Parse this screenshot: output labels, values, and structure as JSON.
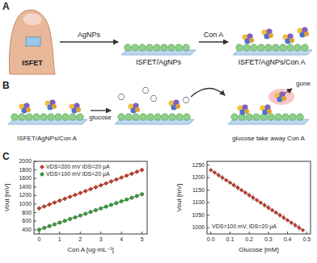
{
  "diagram": {
    "nodes": [
      {
        "text": [
          "ISFET"
        ]
      },
      {
        "text": [
          "ISFET/AgNPs"
        ]
      },
      {
        "text": [
          "ISFET/AgNPs/Con A"
        ]
      }
    ],
    "edges": [
      {
        "from": 0,
        "to": 1,
        "label": "AgNPs",
        "arrow": "to"
      },
      {
        "from": 1,
        "to": 2,
        "label": "Con A",
        "arrow": "to"
      }
    ],
    "labels": [
      "A",
      "B",
      "C",
      "glucose",
      "gone",
      "ISFET/AgNPs/Con A",
      "glucose take away Con A",
      "Vout [mV]",
      "Con A [ug·mL⁻¹]",
      "400",
      "600",
      "800",
      "1000",
      "1200",
      "1400",
      "1600",
      "1800",
      "2000",
      "0",
      "1",
      "2",
      "3",
      "4",
      "5",
      "Vout [mV]",
      "Glucose [mM]",
      "1000",
      "1050",
      "1100",
      "1150",
      "1200",
      "1250",
      "0.0",
      "0.1",
      "0.2",
      "0.3",
      "0.4",
      "0.5",
      "VDS=100 mV, IDS=20 μA"
    ],
    "legend": [
      {
        "text": "VDS=200 mV IDS=20 μA"
      },
      {
        "text": "VDS=100 mV IDS=20 μA"
      }
    ]
  }
}
